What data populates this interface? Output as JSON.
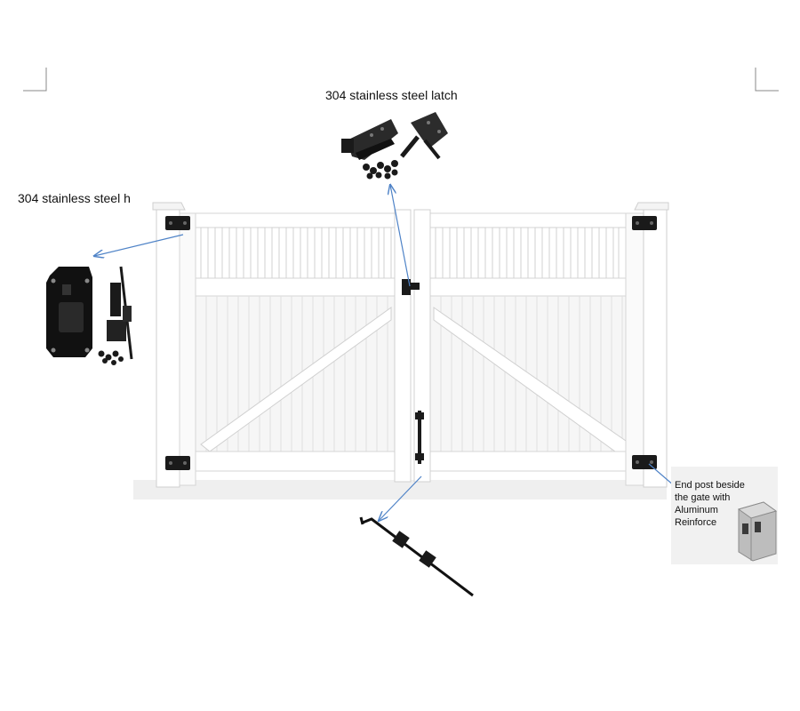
{
  "labels": {
    "latch": "304 stainless steel latch",
    "hinge": "304 stainless steel h",
    "end_post_lines": [
      "End post beside",
      "the gate with",
      "Aluminum",
      "Reinforce"
    ]
  },
  "colors": {
    "gate_white": "#ffffff",
    "gate_shadow": "#dcdcdc",
    "hardware_black": "#1a1a1a",
    "arrow_blue": "#4f83c7",
    "background": "#ffffff"
  },
  "icons": [
    "latch-icon",
    "hinge-icon",
    "drop-rod-icon",
    "aluminum-post-icon"
  ]
}
